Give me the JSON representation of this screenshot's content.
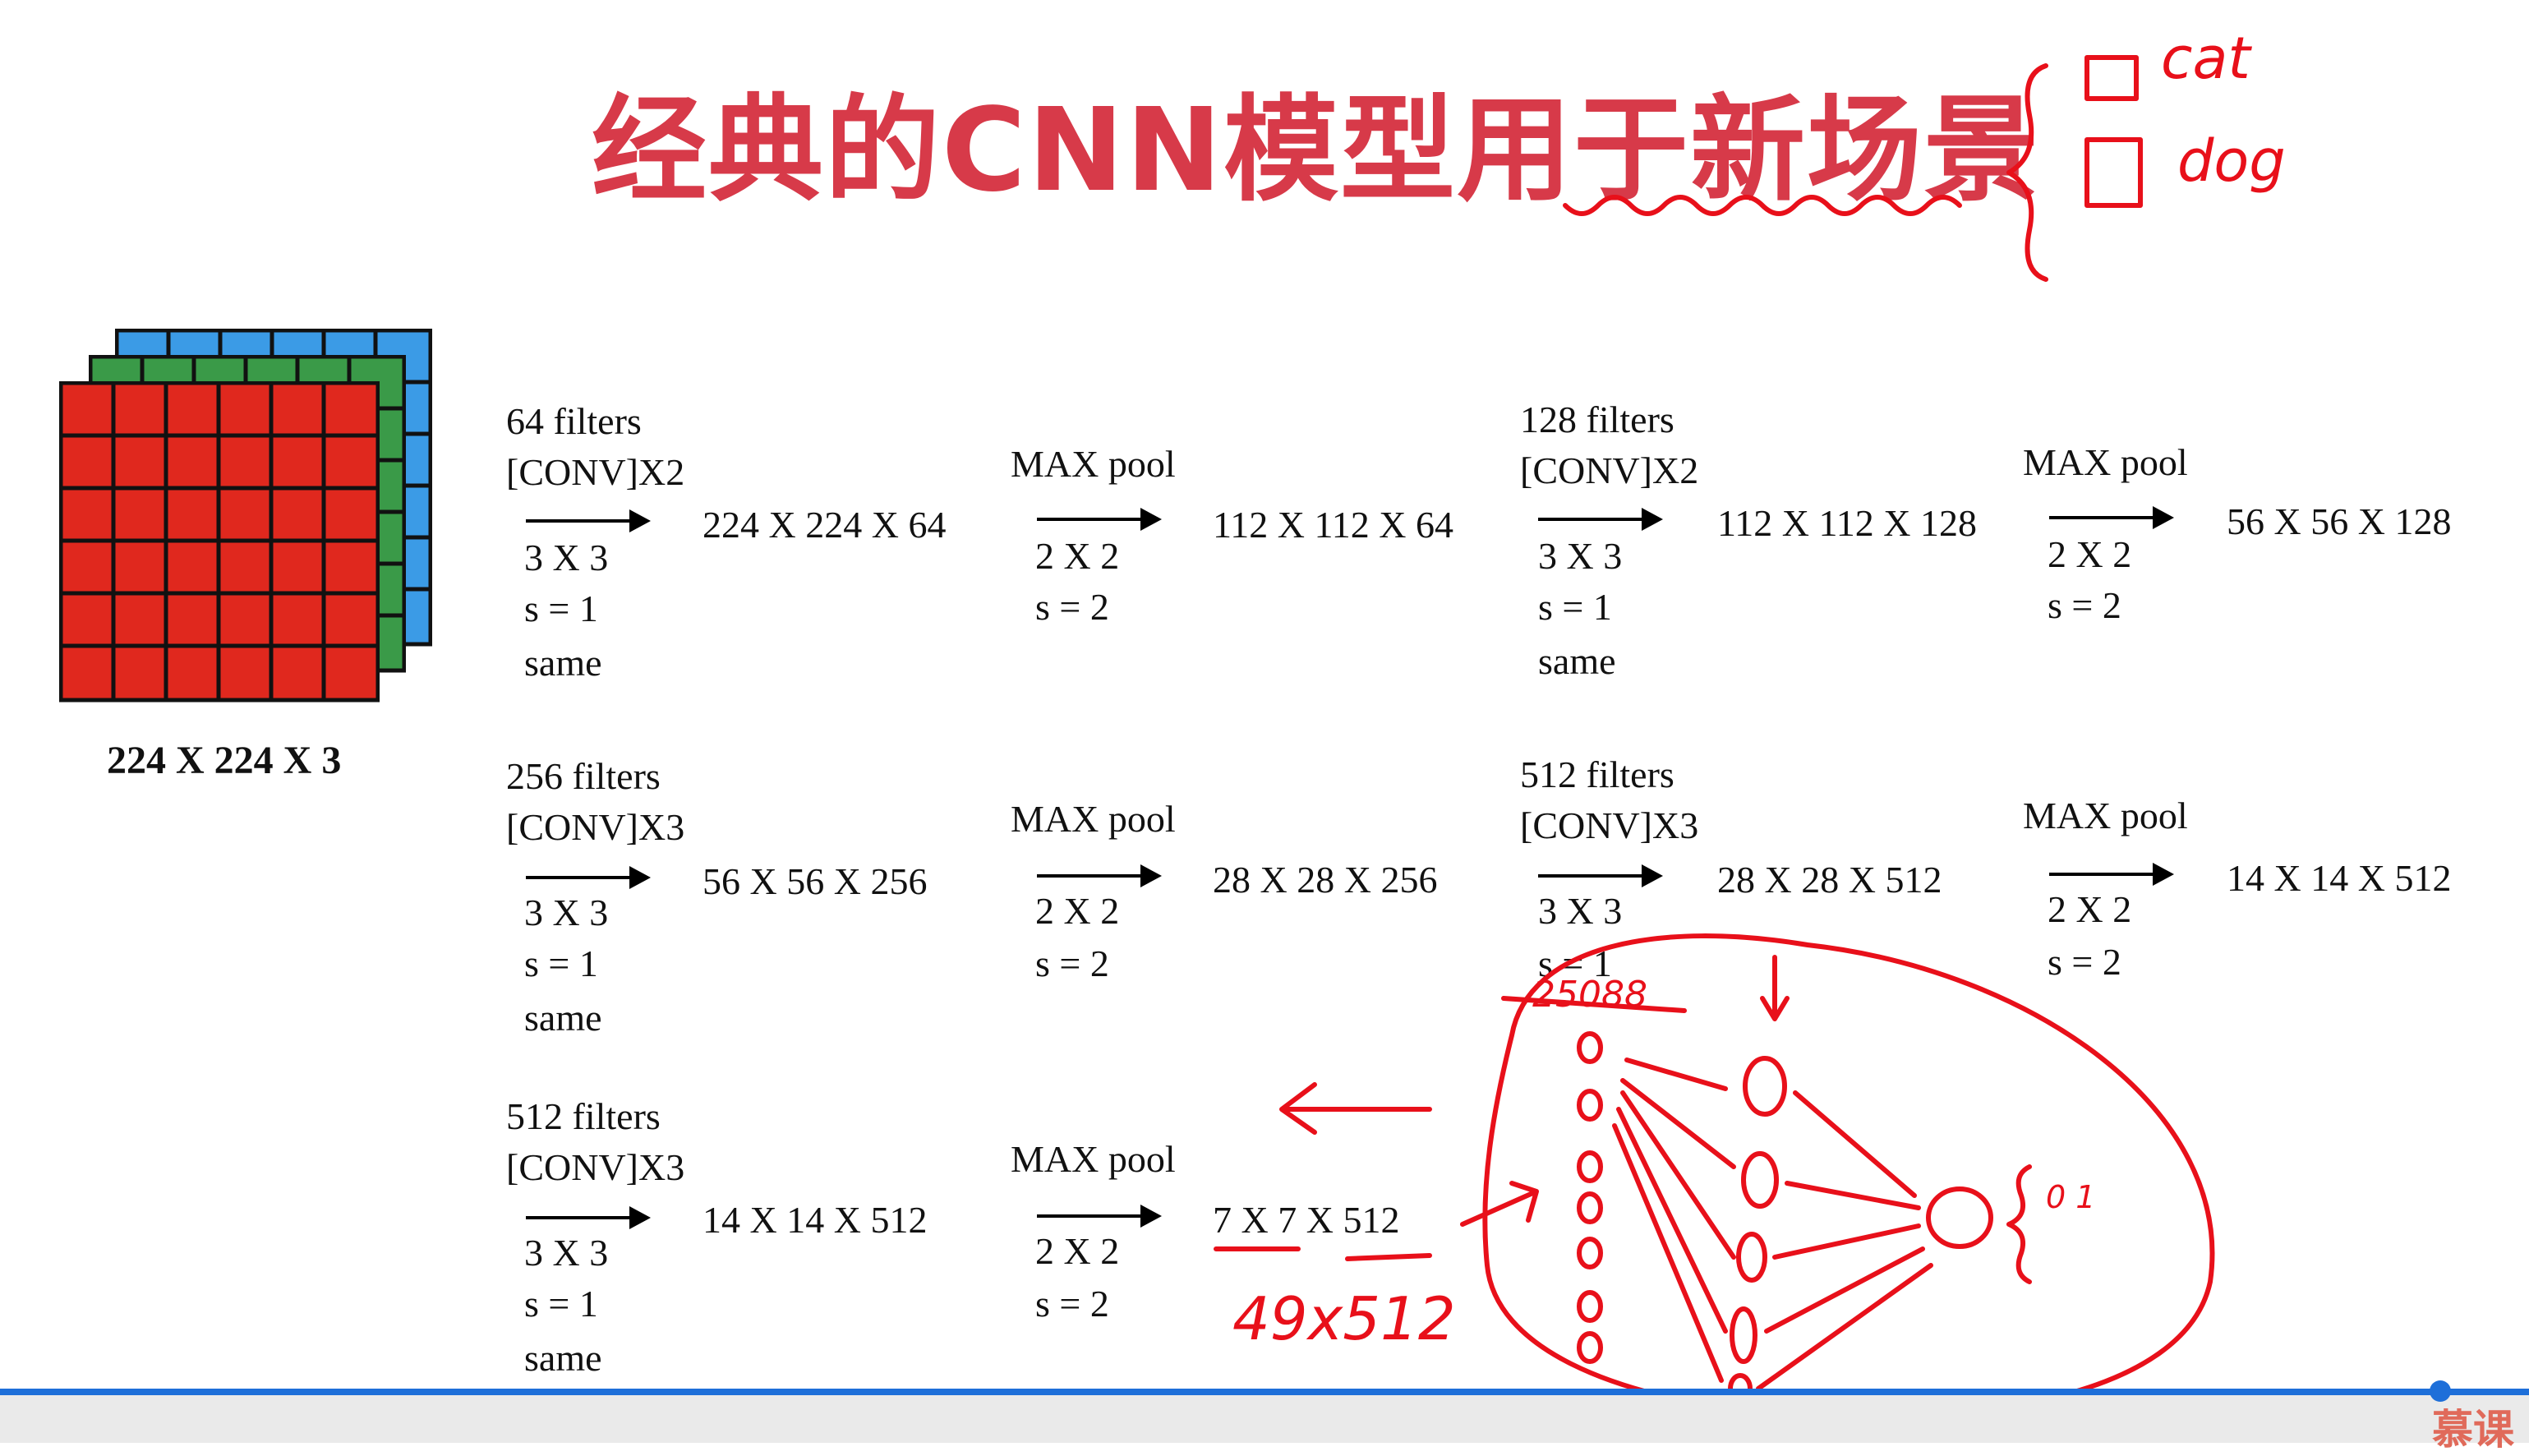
{
  "slide": {
    "title": "经典的CNN模型用于新场景",
    "input_label": "224 X 224 X 3",
    "rows": [
      {
        "conv1": {
          "filters": "64 filters",
          "op": "[CONV]X2",
          "k": "3 X 3",
          "s": "s = 1",
          "pad": "same"
        },
        "out1": "224 X 224 X 64",
        "pool1": {
          "op": "MAX pool",
          "k": "2 X 2",
          "s": "s = 2"
        },
        "out2": "112 X 112 X 64",
        "conv2": {
          "filters": "128 filters",
          "op": "[CONV]X2",
          "k": "3 X 3",
          "s": "s = 1",
          "pad": "same"
        },
        "out3": "112 X 112 X 128",
        "pool2": {
          "op": "MAX pool",
          "k": "2 X 2",
          "s": "s = 2"
        },
        "out4": "56 X 56 X 128"
      },
      {
        "conv1": {
          "filters": "256 filters",
          "op": "[CONV]X3",
          "k": "3 X 3",
          "s": "s = 1",
          "pad": "same"
        },
        "out1": "56 X 56 X 256",
        "pool1": {
          "op": "MAX pool",
          "k": "2 X 2",
          "s": "s = 2"
        },
        "out2": "28 X 28 X 256",
        "conv2": {
          "filters": "512 filters",
          "op": "[CONV]X3",
          "k": "3 X 3",
          "s": "s = 1",
          "pad": ""
        },
        "out3": "28 X 28 X 512",
        "pool2": {
          "op": "MAX pool",
          "k": "2 X 2",
          "s": "s = 2"
        },
        "out4": "14 X 14 X 512"
      },
      {
        "conv1": {
          "filters": "512 filters",
          "op": "[CONV]X3",
          "k": "3 X 3",
          "s": "s = 1",
          "pad": "same"
        },
        "out1": "14 X 14 X 512",
        "pool1": {
          "op": "MAX pool",
          "k": "2 X 2",
          "s": "s = 2"
        },
        "out2": "7 X 7 X 512"
      }
    ]
  },
  "annotations": {
    "cat": "cat",
    "dog": "dog",
    "count": "25088",
    "product": "49x512",
    "binary": "0 1",
    "color": "#e8101a"
  },
  "player": {
    "progress": 0.965,
    "watermark": "慕课",
    "accent": "#1e6fd9"
  }
}
